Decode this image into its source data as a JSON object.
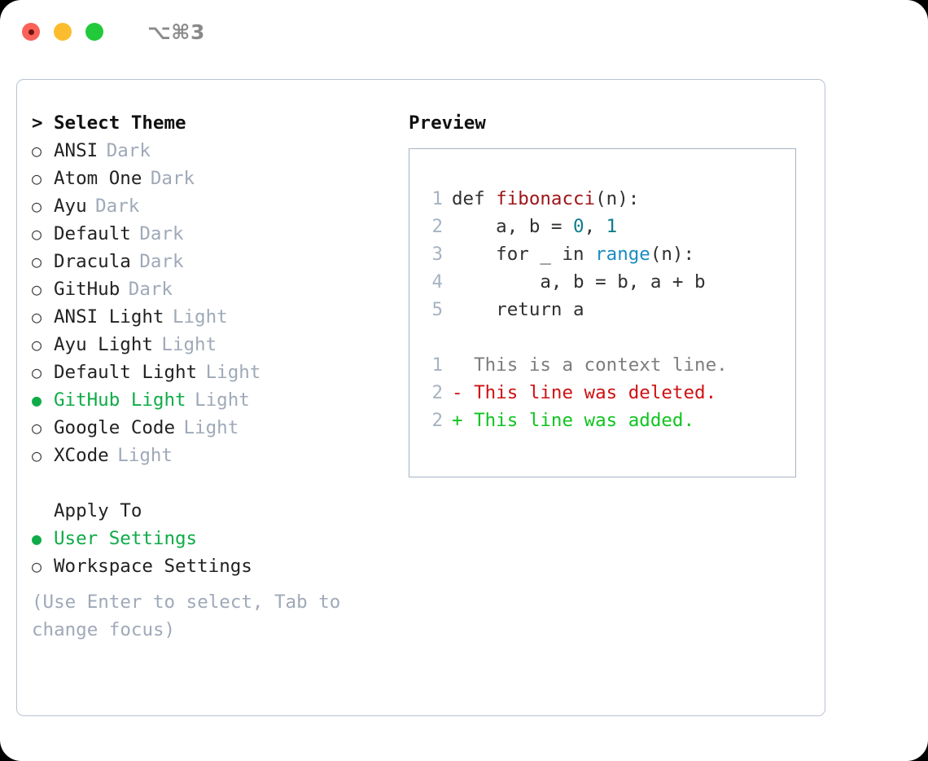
{
  "window": {
    "shortcut": "⌥⌘3",
    "traffic_lights": [
      {
        "name": "close",
        "color": "#fa6159"
      },
      {
        "name": "minimize",
        "color": "#fbbd2e"
      },
      {
        "name": "zoom",
        "color": "#22c93b"
      }
    ]
  },
  "colors": {
    "selected_green": "#0fab48",
    "category_gray": "#9fa9b8",
    "border": "#b8c3d1",
    "preview_border": "#a7b3c2",
    "diff_added": "#0fc41f",
    "diff_deleted": "#cf1111",
    "syntax_function": "#9e1418",
    "syntax_number": "#0e7c8c",
    "syntax_call": "#1b8cc0"
  },
  "theme_list": {
    "header": {
      "marker": ">",
      "label": "Select Theme"
    },
    "items": [
      {
        "marker": "○",
        "label": "ANSI",
        "category": "Dark",
        "selected": false
      },
      {
        "marker": "○",
        "label": "Atom One",
        "category": "Dark",
        "selected": false
      },
      {
        "marker": "○",
        "label": "Ayu",
        "category": "Dark",
        "selected": false
      },
      {
        "marker": "○",
        "label": "Default",
        "category": "Dark",
        "selected": false
      },
      {
        "marker": "○",
        "label": "Dracula",
        "category": "Dark",
        "selected": false
      },
      {
        "marker": "○",
        "label": "GitHub",
        "category": "Dark",
        "selected": false
      },
      {
        "marker": "○",
        "label": "ANSI Light",
        "category": "Light",
        "selected": false
      },
      {
        "marker": "○",
        "label": "Ayu Light",
        "category": "Light",
        "selected": false
      },
      {
        "marker": "○",
        "label": "Default Light",
        "category": "Light",
        "selected": false
      },
      {
        "marker": "●",
        "label": "GitHub Light",
        "category": "Light",
        "selected": true
      },
      {
        "marker": "○",
        "label": "Google Code",
        "category": "Light",
        "selected": false
      },
      {
        "marker": "○",
        "label": "XCode",
        "category": "Light",
        "selected": false
      }
    ]
  },
  "apply_to": {
    "header": "Apply To",
    "items": [
      {
        "marker": "●",
        "label": "User Settings",
        "selected": true
      },
      {
        "marker": "○",
        "label": "Workspace Settings",
        "selected": false
      }
    ]
  },
  "hint": "(Use Enter to select, Tab to change focus)",
  "preview": {
    "title": "Preview",
    "code_lines": [
      {
        "number": "1",
        "segments": [
          {
            "text": "def ",
            "type": "plain"
          },
          {
            "text": "fibonacci",
            "type": "fn"
          },
          {
            "text": "(n):",
            "type": "plain"
          }
        ]
      },
      {
        "number": "2",
        "segments": [
          {
            "text": "    a, b = ",
            "type": "plain"
          },
          {
            "text": "0",
            "type": "num"
          },
          {
            "text": ", ",
            "type": "plain"
          },
          {
            "text": "1",
            "type": "num"
          }
        ]
      },
      {
        "number": "3",
        "segments": [
          {
            "text": "    for _ in ",
            "type": "plain"
          },
          {
            "text": "range",
            "type": "call"
          },
          {
            "text": "(n):",
            "type": "plain"
          }
        ]
      },
      {
        "number": "4",
        "segments": [
          {
            "text": "        a, b = b, a + b",
            "type": "plain"
          }
        ]
      },
      {
        "number": "5",
        "segments": [
          {
            "text": "    return a",
            "type": "plain"
          }
        ]
      }
    ],
    "diff_lines": [
      {
        "number": "1",
        "prefix": "  ",
        "text": "This is a context line.",
        "type": "ctx"
      },
      {
        "number": "2",
        "prefix": "- ",
        "text": "This line was deleted.",
        "type": "del"
      },
      {
        "number": "2",
        "prefix": "+ ",
        "text": "This line was added.",
        "type": "add"
      }
    ]
  }
}
